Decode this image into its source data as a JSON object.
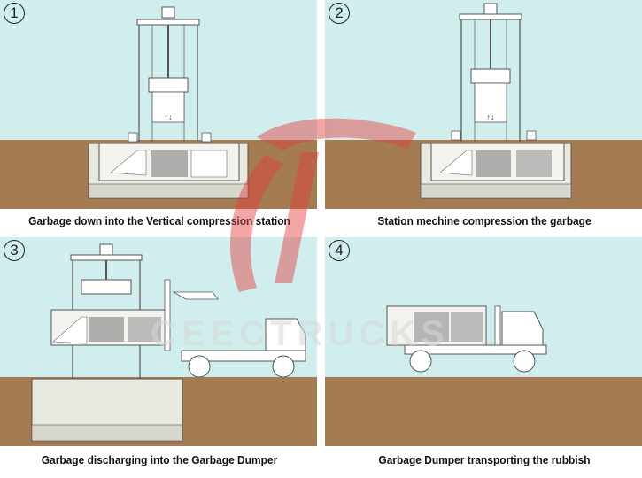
{
  "panels": [
    {
      "number": "1",
      "caption": "Garbage down into the Vertical compression station"
    },
    {
      "number": "2",
      "caption": "Station mechine compression the garbage"
    },
    {
      "number": "3",
      "caption": "Garbage discharging into the Garbage Dumper"
    },
    {
      "number": "4",
      "caption": "Garbage Dumper transporting the rubbish"
    }
  ],
  "watermark": {
    "text": "CEECTRUCKS"
  },
  "colors": {
    "sky": "#cfeeed",
    "ground": "#a57c52",
    "line": "#555555",
    "watermark": "#e23a3a"
  }
}
